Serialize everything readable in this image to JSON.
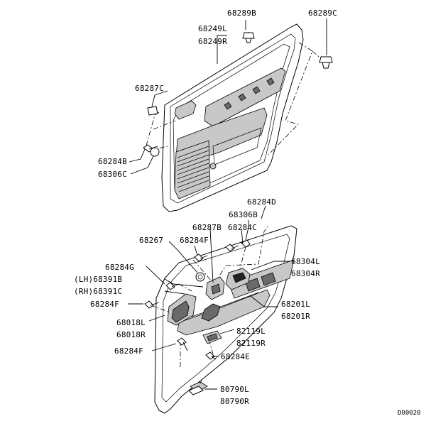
{
  "labels": [
    "68289B",
    "68249L",
    "68249R",
    "68289C",
    "68287C",
    "68284B",
    "68306C",
    "68284D",
    "68306B",
    "68287B",
    "68284C",
    "68267",
    "68284F",
    "68284G",
    "(LH)68391B",
    "(RH)68391C",
    "68284F",
    "68304L",
    "68304R",
    "68201L",
    "68201R",
    "68018L",
    "68018R",
    "82119L",
    "82119R",
    "68284F",
    "68284E",
    "80790L",
    "80790R"
  ],
  "diagram_code": "D00020"
}
